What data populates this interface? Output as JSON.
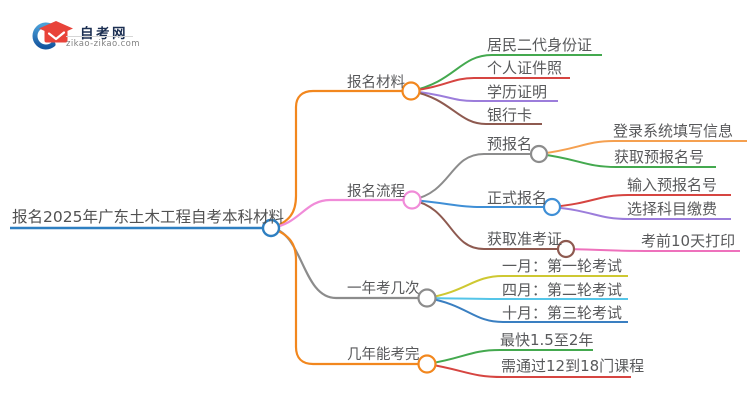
{
  "site": {
    "name": "自考网",
    "domain": "zikao-zikao.com"
  },
  "mindmap": {
    "root": {
      "label": "报名2025年广东土木工程自考本科材料",
      "color": "#2e7fc1"
    },
    "branches": [
      {
        "label": "报名材料",
        "color": "#f2871e",
        "children": [
          {
            "label": "居民二代身份证",
            "color": "#44a94f"
          },
          {
            "label": "个人证件照",
            "color": "#d64541"
          },
          {
            "label": "学历证明",
            "color": "#9c7ddb"
          },
          {
            "label": "银行卡",
            "color": "#8e5a50"
          }
        ]
      },
      {
        "label": "报名流程",
        "color": "#f08bd8",
        "children": [
          {
            "label": "预报名",
            "color": "#8c8c8c",
            "children": [
              {
                "label": "登录系统填写信息",
                "color": "#f5a050"
              },
              {
                "label": "获取预报名号",
                "color": "#44a94f"
              }
            ]
          },
          {
            "label": "正式报名",
            "color": "#3f8fd6",
            "children": [
              {
                "label": "输入预报名号",
                "color": "#d64541"
              },
              {
                "label": "选择科目缴费",
                "color": "#9c7ddb"
              }
            ]
          },
          {
            "label": "获取准考证",
            "color": "#8e5a50",
            "children": [
              {
                "label": "考前10天打印",
                "color": "#ee71bc"
              }
            ]
          }
        ]
      },
      {
        "label": "一年考几次",
        "color": "#8c8c8c",
        "children": [
          {
            "label": "一月：第一轮考试",
            "color": "#cec832"
          },
          {
            "label": "四月：第二轮考试",
            "color": "#55c5e8"
          },
          {
            "label": "十月：第三轮考试",
            "color": "#3a7fc1"
          }
        ]
      },
      {
        "label": "几年能考完",
        "color": "#f2871e",
        "children": [
          {
            "label": "最快1.5至2年",
            "color": "#44a94f"
          },
          {
            "label": "需通过12到18门课程",
            "color": "#d64541"
          }
        ]
      }
    ]
  }
}
